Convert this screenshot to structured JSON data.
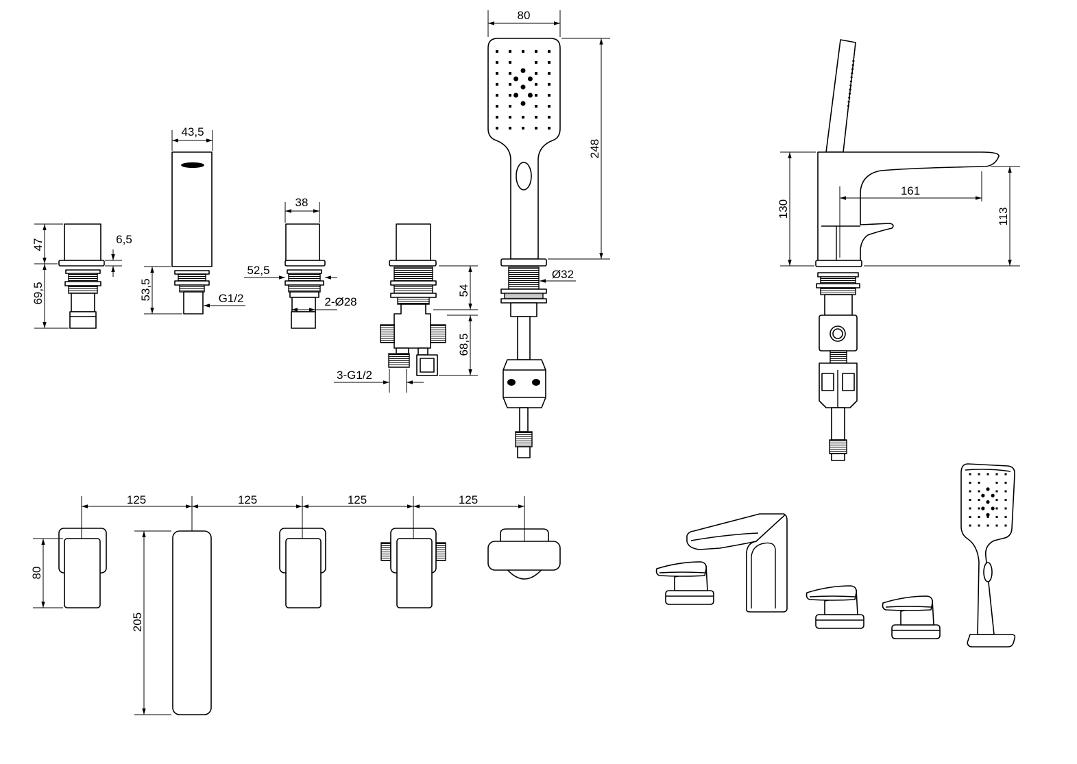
{
  "drawing": {
    "handle": {
      "height": "47",
      "shank": "69,5",
      "plate": "6,5",
      "width": "38",
      "flange": "52,5",
      "holes": "2-Ø28"
    },
    "spout": {
      "width": "43,5",
      "shank": "53,5",
      "thread": "G1/2"
    },
    "diverter": {
      "upper": "54",
      "lower": "68,5",
      "threads": "3-G1/2"
    },
    "hand_shower": {
      "width": "80",
      "height": "248",
      "connector": "Ø32"
    },
    "side_view": {
      "height": "130",
      "reach": "161",
      "outlet": "113"
    },
    "plan_view": {
      "spacing": [
        "125",
        "125",
        "125",
        "125"
      ],
      "handle_depth": "80",
      "spout_depth": "205"
    }
  }
}
